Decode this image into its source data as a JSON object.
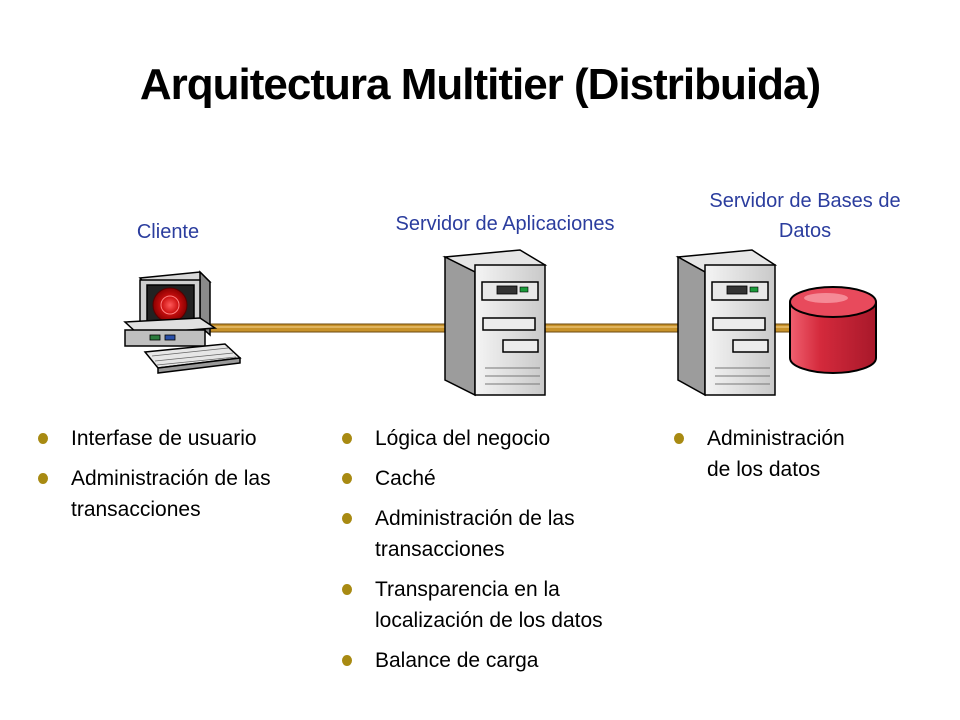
{
  "title": "Arquitectura Multitier (Distribuida)",
  "tiers": {
    "client": {
      "label": "Cliente",
      "items": [
        "Interfase de usuario",
        "Administración de las transacciones"
      ]
    },
    "app_server": {
      "label": "Servidor de Aplicaciones",
      "items": [
        "Lógica del negocio",
        "Caché",
        "Administración de las transacciones",
        "Transparencia en la localización de los datos",
        "Balance de carga"
      ]
    },
    "db_server": {
      "label": "Servidor de Bases de Datos",
      "items": [
        "Administración de los datos"
      ]
    }
  },
  "colors": {
    "label": "#2b3d9e",
    "bullet": "#a88a12",
    "cable": "#c8922a",
    "database": "#d42a3c"
  }
}
